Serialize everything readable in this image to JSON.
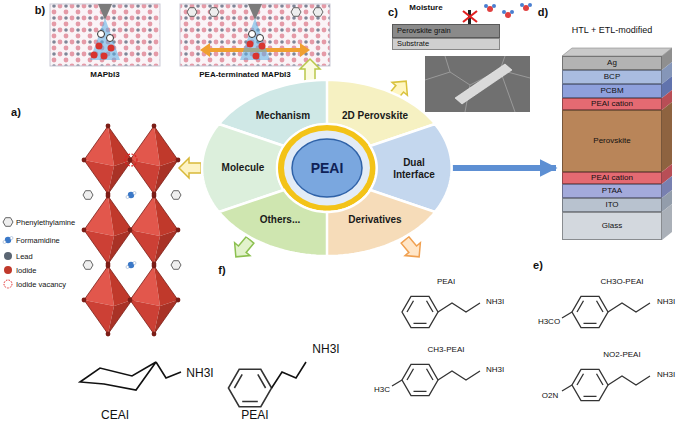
{
  "diagram": {
    "nodes": [
      {
        "text": [
          "Perovskite grain"
        ]
      },
      {
        "text": [
          "Substrate"
        ]
      },
      {
        "text": [
          "HTL + ETL-modified"
        ]
      },
      {
        "text": [
          "Ag"
        ],
        "in": 2
      },
      {
        "text": [
          "BCP"
        ],
        "in": 2
      },
      {
        "text": [
          "PCBM"
        ],
        "in": 2
      },
      {
        "text": [
          "PEAI cation"
        ],
        "in": 2
      },
      {
        "text": [
          "Perovskite"
        ],
        "in": 2
      },
      {
        "text": [
          "PEAI cation"
        ],
        "in": 2
      },
      {
        "text": [
          "PTAA"
        ],
        "in": 2
      },
      {
        "text": [
          "ITO"
        ],
        "in": 2
      },
      {
        "text": [
          "Glass"
        ],
        "in": 2
      },
      {
        "text": [
          "Mechanism"
        ]
      },
      {
        "text": [
          "2D Perovskite"
        ]
      },
      {
        "text": [
          "Molecule"
        ]
      },
      {
        "text": [
          "PEAI"
        ]
      },
      {
        "text": [
          "Dual Interface"
        ]
      },
      {
        "text": [
          "Others..."
        ]
      },
      {
        "text": [
          "Derivatives"
        ]
      }
    ],
    "edges": [
      {
        "from": 16,
        "to": 2,
        "arrow": "to"
      }
    ],
    "labels": [
      "b)",
      "c)",
      "Moisture",
      "d)",
      "MAPbI3",
      "PEA-terminated MAPbI3",
      "a)",
      "e)",
      "PEAI",
      "CH3O-PEAI",
      "NH3I",
      "H3CO",
      "NH3I",
      "CH3-PEAI",
      "NO2-PEAI",
      "NH3I",
      "NH3I",
      "H3C",
      "O2N",
      "f)",
      "NH3I",
      "NH3I",
      "CEAI",
      "PEAI"
    ],
    "legend": [
      {
        "text": "Phenylethylamine"
      },
      {
        "text": "Formamidine"
      },
      {
        "text": "Lead",
        "color": "#5b6673"
      },
      {
        "text": "Iodide",
        "color": "#c0392b"
      },
      {
        "text": "Iodide vacancy"
      }
    ]
  }
}
